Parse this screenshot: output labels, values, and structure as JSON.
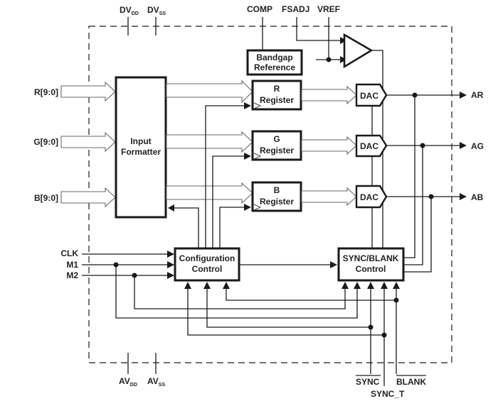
{
  "diagram": {
    "type": "block-diagram",
    "power_pins": {
      "dvdd": {
        "main": "DV",
        "sub": "DD"
      },
      "dvss": {
        "main": "DV",
        "sub": "SS"
      },
      "avdd": {
        "main": "AV",
        "sub": "DD"
      },
      "avss": {
        "main": "AV",
        "sub": "SS"
      }
    },
    "top_pins": {
      "comp": "COMP",
      "fsadj": "FSADJ",
      "vref": "VREF"
    },
    "inputs": {
      "r": "R[9:0]",
      "g": "G[9:0]",
      "b": "B[9:0]",
      "clk": "CLK",
      "m1": "M1",
      "m2": "M2"
    },
    "outputs": {
      "ar": "AR",
      "ag": "AG",
      "ab": "AB"
    },
    "bottom_pins": {
      "sync": "SYNC",
      "sync_t": "SYNC_T",
      "blank": "BLANK"
    },
    "blocks": {
      "bandgap": {
        "line1": "Bandgap",
        "line2": "Reference"
      },
      "input_formatter": {
        "line1": "Input",
        "line2": "Formatter"
      },
      "r_register": {
        "line1": "R",
        "line2": "Register"
      },
      "g_register": {
        "line1": "G",
        "line2": "Register"
      },
      "b_register": {
        "line1": "B",
        "line2": "Register"
      },
      "dac": "DAC",
      "config_control": {
        "line1": "Configuration",
        "line2": "Control"
      },
      "sync_blank_control": {
        "line1": "SYNC/BLANK",
        "line2": "Control"
      }
    },
    "connections": [
      {
        "from": "R[9:0]",
        "to": "Input Formatter",
        "kind": "bus"
      },
      {
        "from": "G[9:0]",
        "to": "Input Formatter",
        "kind": "bus"
      },
      {
        "from": "B[9:0]",
        "to": "Input Formatter",
        "kind": "bus"
      },
      {
        "from": "Input Formatter",
        "to": "R Register",
        "kind": "bus"
      },
      {
        "from": "Input Formatter",
        "to": "G Register",
        "kind": "bus"
      },
      {
        "from": "Input Formatter",
        "to": "B Register",
        "kind": "bus"
      },
      {
        "from": "R Register",
        "to": "DAC (R)",
        "kind": "bus"
      },
      {
        "from": "G Register",
        "to": "DAC (G)",
        "kind": "bus"
      },
      {
        "from": "B Register",
        "to": "DAC (B)",
        "kind": "bus"
      },
      {
        "from": "DAC (R)",
        "to": "AR"
      },
      {
        "from": "DAC (G)",
        "to": "AG"
      },
      {
        "from": "DAC (B)",
        "to": "AB"
      },
      {
        "from": "CLK",
        "to": "Configuration Control"
      },
      {
        "from": "M1",
        "to": "Configuration Control"
      },
      {
        "from": "M2",
        "to": "Configuration Control"
      },
      {
        "from": "Configuration Control",
        "to": "SYNC/BLANK Control"
      },
      {
        "from": "Configuration Control",
        "to": "Input Formatter"
      },
      {
        "from": "Configuration Control",
        "to": "R/G/B Register clocks"
      },
      {
        "from": "FSADJ",
        "to": "Amplifier"
      },
      {
        "from": "VREF",
        "to": "Amplifier"
      },
      {
        "from": "Bandgap Reference",
        "to": "Amplifier"
      },
      {
        "from": "COMP",
        "to": "Bandgap Reference"
      },
      {
        "from": "Amplifier",
        "to": "DACs"
      },
      {
        "from": "SYNC",
        "to": "SYNC/BLANK Control"
      },
      {
        "from": "SYNC_T",
        "to": "SYNC/BLANK Control"
      },
      {
        "from": "BLANK",
        "to": "SYNC/BLANK Control"
      },
      {
        "from": "SYNC/BLANK Control",
        "to": "AR/AG/AB"
      }
    ]
  }
}
